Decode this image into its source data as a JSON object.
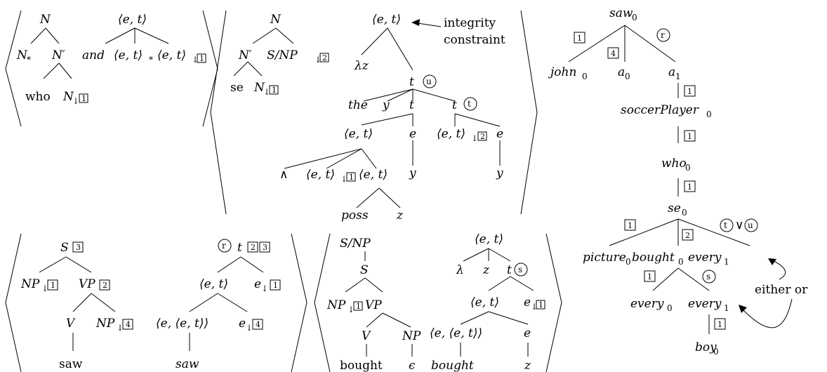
{
  "trees": {
    "rel": {
      "N": "N",
      "Nstar": "N",
      "star": "*",
      "Nprime": "N′",
      "who": "who",
      "Ndown": "N",
      "down": "↓",
      "et": "⟨e, t⟩",
      "and": "and",
      "et_star": "⟨e, t⟩",
      "et_down": "⟨e, t⟩"
    },
    "poss": {
      "N": "N",
      "Nprime": "N′",
      "S_NP": "S/NP",
      "se": "se",
      "N1": "N",
      "et_top": "⟨e, t⟩",
      "lambda_z": "λz",
      "t_u": "t",
      "the": "the",
      "y": "y",
      "t_mid": "t",
      "t_t": "t",
      "et_left": "⟨e, t⟩",
      "e_mid": "e",
      "et_down2": "⟨e, t⟩",
      "e_right": "e",
      "wedge": "∧",
      "et_down1": "⟨e, t⟩",
      "et_right": "⟨e, t⟩",
      "y_low": "y",
      "y_low2": "y",
      "poss_word": "poss",
      "z": "z"
    },
    "saw": {
      "S": "S",
      "NP1": "NP",
      "VP": "VP",
      "V": "V",
      "NP4": "NP",
      "saw": "saw",
      "t": "t",
      "et": "⟨e, t⟩",
      "e1": "e",
      "eet": "⟨e, ⟨e, t⟩⟩",
      "e4": "e",
      "saw_sem": "saw"
    },
    "bought": {
      "S_NP": "S/NP",
      "S": "S",
      "NP1": "NP",
      "VP": "VP",
      "V": "V",
      "NP": "NP",
      "bought": "bought",
      "epsilon": "ϵ",
      "et_top": "⟨e, t⟩",
      "lambda": "λ",
      "z": "z",
      "t_s": "t",
      "et": "⟨e, t⟩",
      "e1": "e",
      "eet": "⟨e, ⟨e, t⟩⟩",
      "e_r": "e",
      "bought_sem": "bought",
      "z_low": "z"
    },
    "derivation": {
      "saw": "saw",
      "john": "john",
      "a0": "a",
      "a1": "a",
      "soccer": "soccerPlayer",
      "who": "who",
      "se": "se",
      "picture": "picture",
      "bought": "bought",
      "every1": "every",
      "every0": "every",
      "every1b": "every",
      "boy": "boy",
      "vee": "∨"
    }
  },
  "annotations": {
    "integrity": "integrity",
    "constraint": "constraint",
    "either_or": "either or"
  },
  "marks": {
    "one": "1",
    "two": "2",
    "three": "3",
    "four": "4",
    "r": "r",
    "s": "s",
    "t": "t",
    "u": "u",
    "sub0": "0",
    "sub1": "1"
  }
}
